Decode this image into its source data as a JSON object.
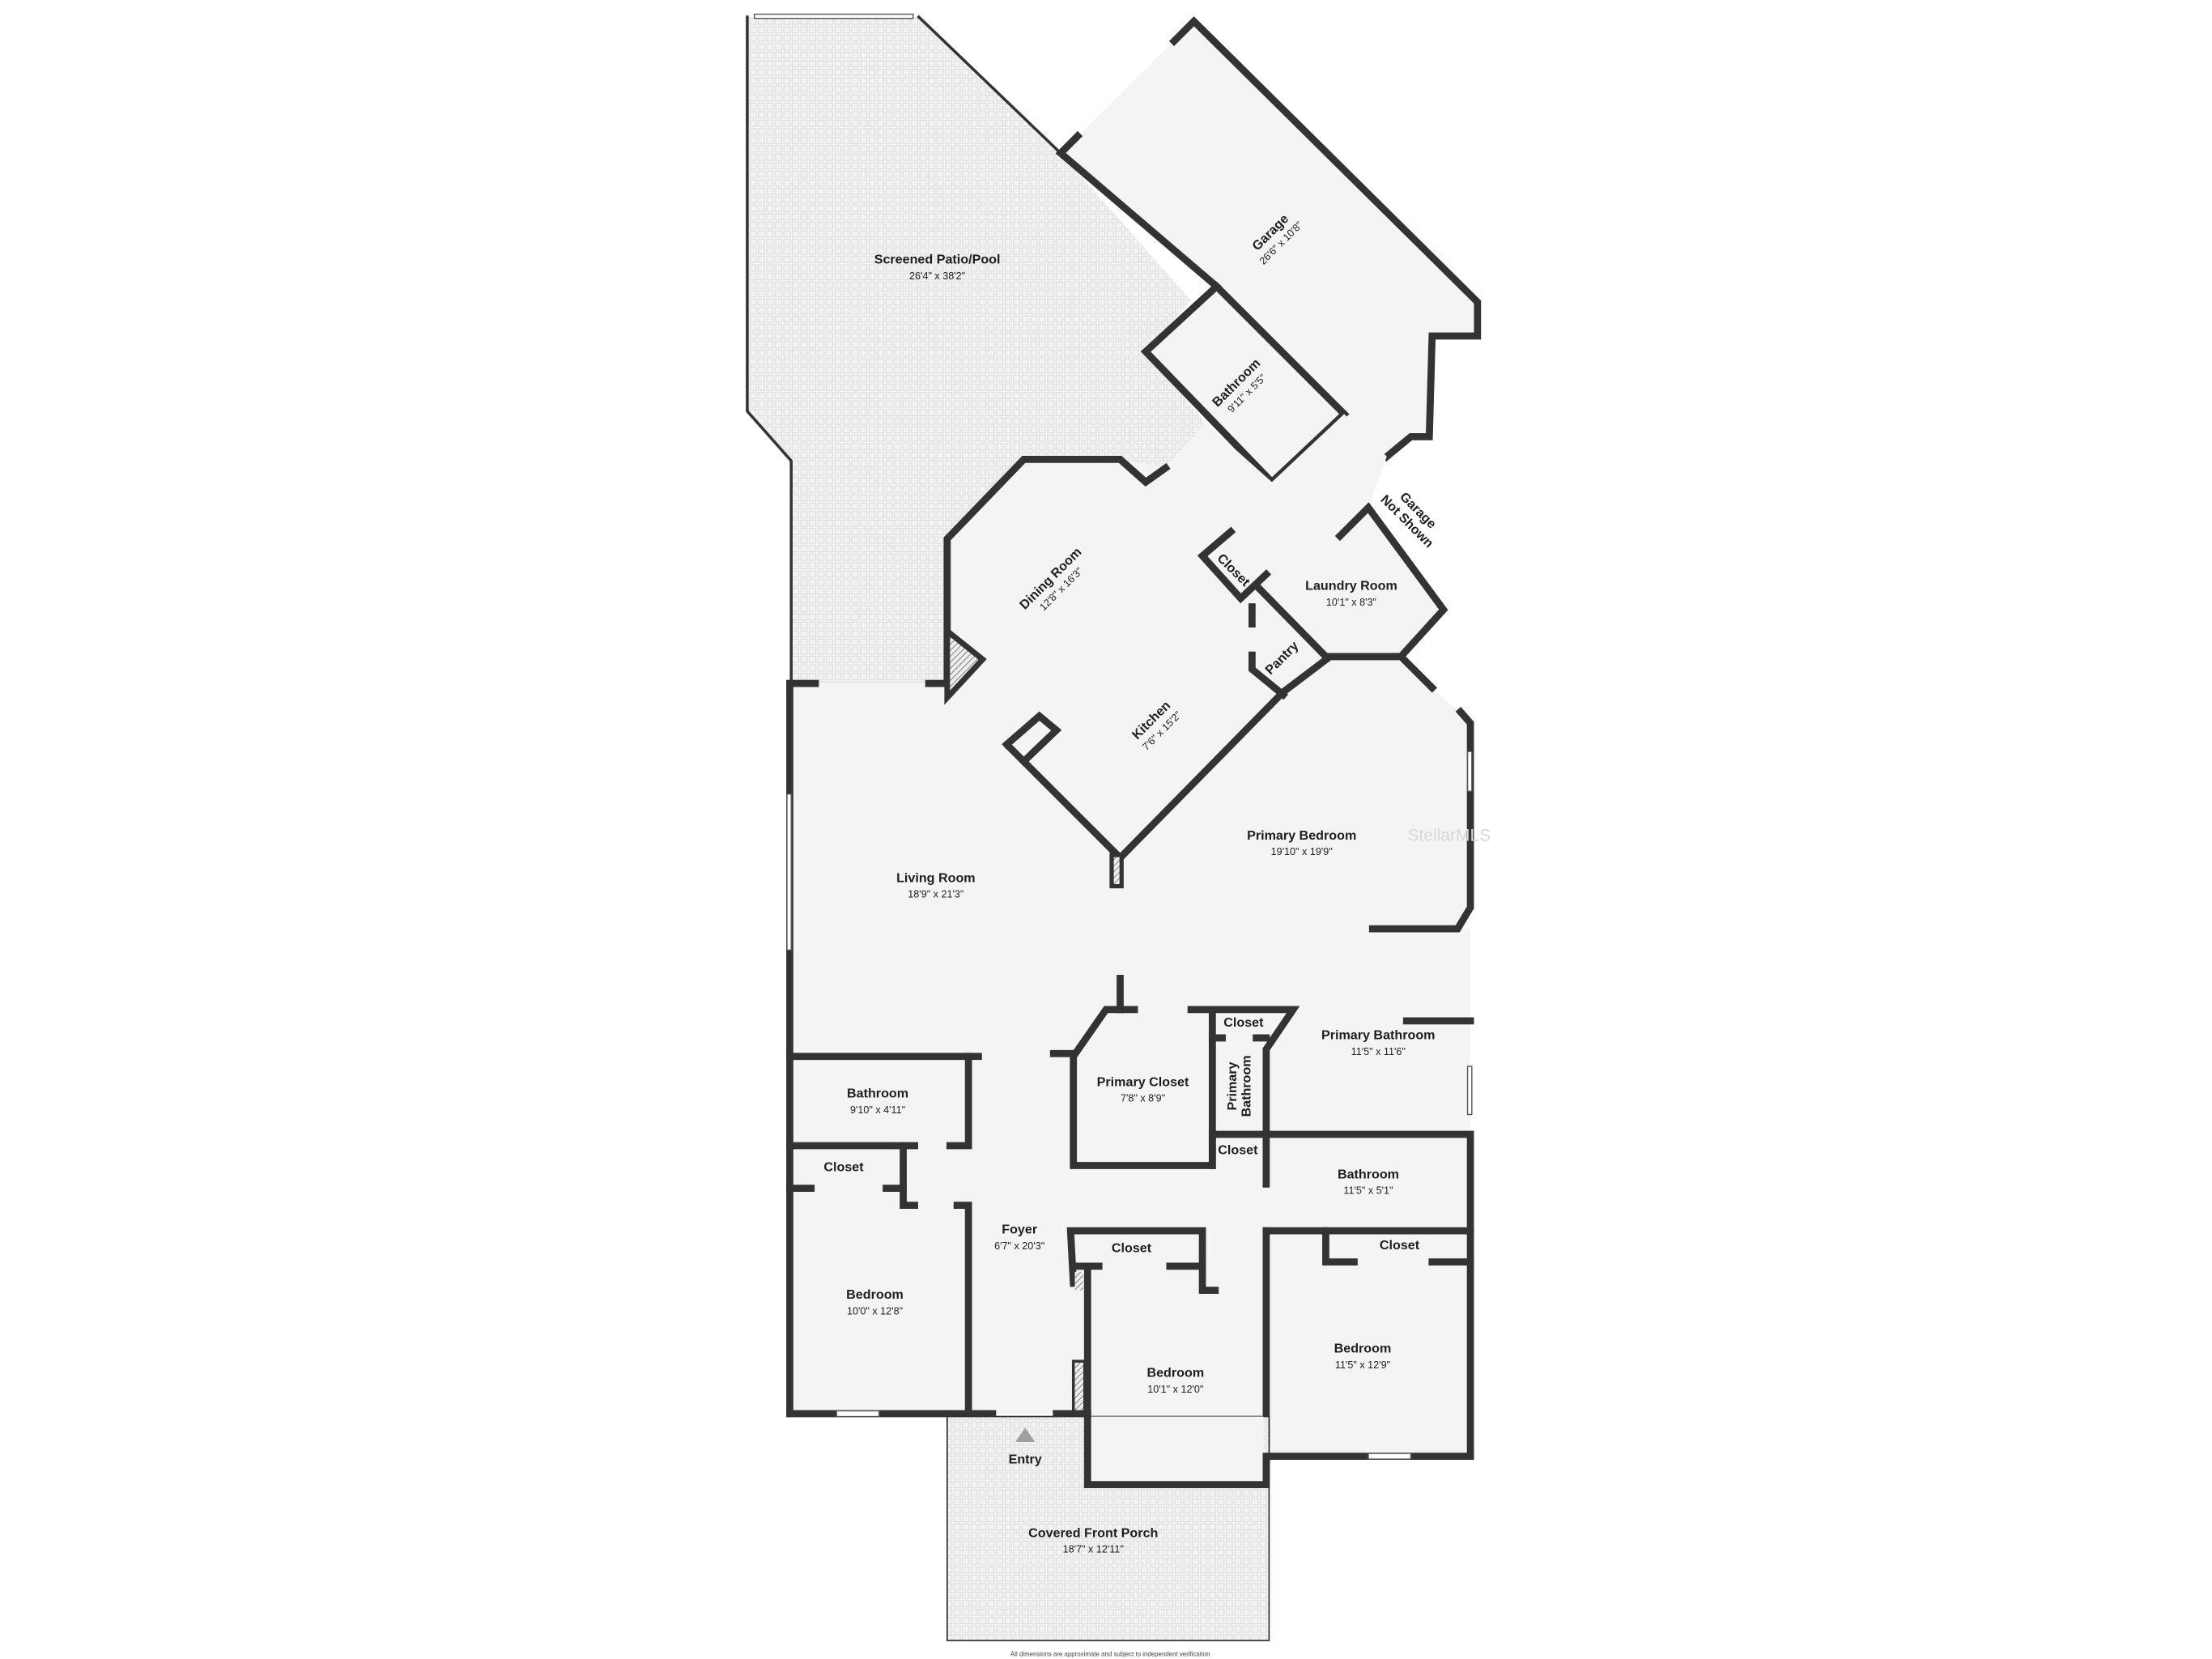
{
  "rooms": {
    "patio": {
      "name": "Screened Patio/Pool",
      "dims": "26'4\" x 38'2\""
    },
    "garage": {
      "name": "Garage",
      "dims": "26'6\" x 10'8\""
    },
    "garage_bathroom": {
      "name": "Bathroom",
      "dims": "9'11\" x 5'5\""
    },
    "garage_not_shown": {
      "line1": "Garage",
      "line2": "Not Shown"
    },
    "dining": {
      "name": "Dining Room",
      "dims": "12'8\" x 16'3\""
    },
    "hall_closet": {
      "name": "Closet"
    },
    "laundry": {
      "name": "Laundry Room",
      "dims": "10'1\" x 8'3\""
    },
    "pantry": {
      "name": "Pantry"
    },
    "kitchen": {
      "name": "Kitchen",
      "dims": "7'6\" x 15'2\""
    },
    "primary_bedroom": {
      "name": "Primary Bedroom",
      "dims": "19'10\" x 19'9\""
    },
    "living": {
      "name": "Living Room",
      "dims": "18'9\" x 21'3\""
    },
    "primary_closet_small": {
      "name": "Closet"
    },
    "primary_bathroom": {
      "name": "Primary Bathroom",
      "dims": "11'5\" x 11'6\""
    },
    "primary_closet": {
      "name": "Primary Closet",
      "dims": "7'8\" x 8'9\""
    },
    "primary_bath_strip": {
      "line1": "Primary",
      "line2": "Bathroom"
    },
    "bathroom_left": {
      "name": "Bathroom",
      "dims": "9'10\" x 4'11\""
    },
    "closet_mid": {
      "name": "Closet"
    },
    "bathroom_right": {
      "name": "Bathroom",
      "dims": "11'5\" x 5'1\""
    },
    "closet_left": {
      "name": "Closet"
    },
    "foyer": {
      "name": "Foyer",
      "dims": "6'7\" x 20'3\""
    },
    "closet_bed_mid": {
      "name": "Closet"
    },
    "closet_bed_right": {
      "name": "Closet"
    },
    "bedroom_left": {
      "name": "Bedroom",
      "dims": "10'0\" x 12'8\""
    },
    "bedroom_right": {
      "name": "Bedroom",
      "dims": "11'5\" x 12'9\""
    },
    "bedroom_mid": {
      "name": "Bedroom",
      "dims": "10'1\" x 12'0\""
    },
    "entry": {
      "name": "Entry"
    },
    "porch": {
      "name": "Covered Front Porch",
      "dims": "18'7\" x 12'11\""
    }
  },
  "watermark": "StellarMLS",
  "footer": "All dimensions are approximate and subject to independent verification",
  "colors": {
    "wall": "#333335",
    "floor": "#f4f4f4",
    "entry_arrow": "#a0a0a0"
  }
}
